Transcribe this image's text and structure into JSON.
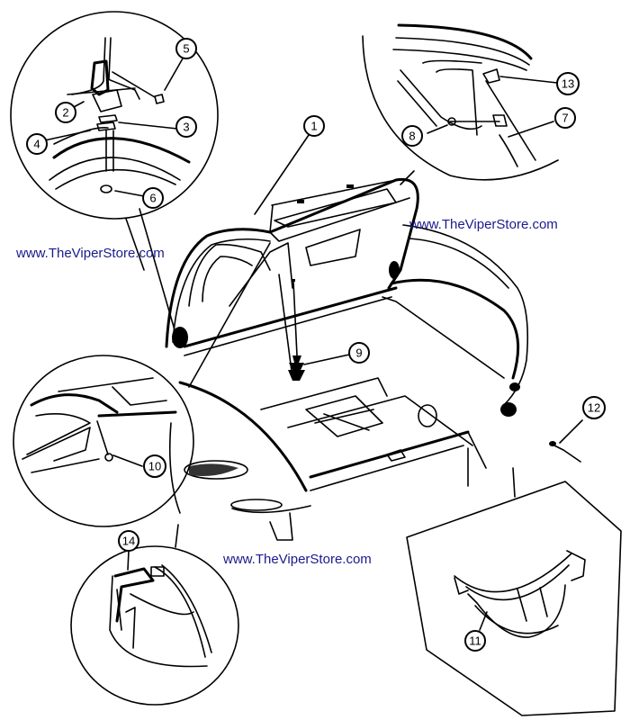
{
  "diagram": {
    "title": "Viper rear deck lid / trunk parts diagram",
    "watermark_color": "#1a1a8c",
    "watermarks": [
      "www.TheViperStore.com",
      "www.TheViperStore.com",
      "www.TheViperStore.com"
    ],
    "callouts": [
      "1",
      "2",
      "3",
      "4",
      "5",
      "6",
      "7",
      "8",
      "9",
      "10",
      "11",
      "12",
      "13",
      "14"
    ],
    "detail_views": [
      {
        "name": "hinge-detail",
        "parts": [
          "2",
          "3",
          "4",
          "5",
          "6"
        ]
      },
      {
        "name": "strut-detail",
        "parts": [
          "7",
          "8",
          "13"
        ]
      },
      {
        "name": "screw-detail",
        "parts": [
          "10"
        ]
      },
      {
        "name": "lamp-detail",
        "parts": [
          "14"
        ]
      },
      {
        "name": "bracket-detail",
        "parts": [
          "11"
        ]
      }
    ]
  }
}
